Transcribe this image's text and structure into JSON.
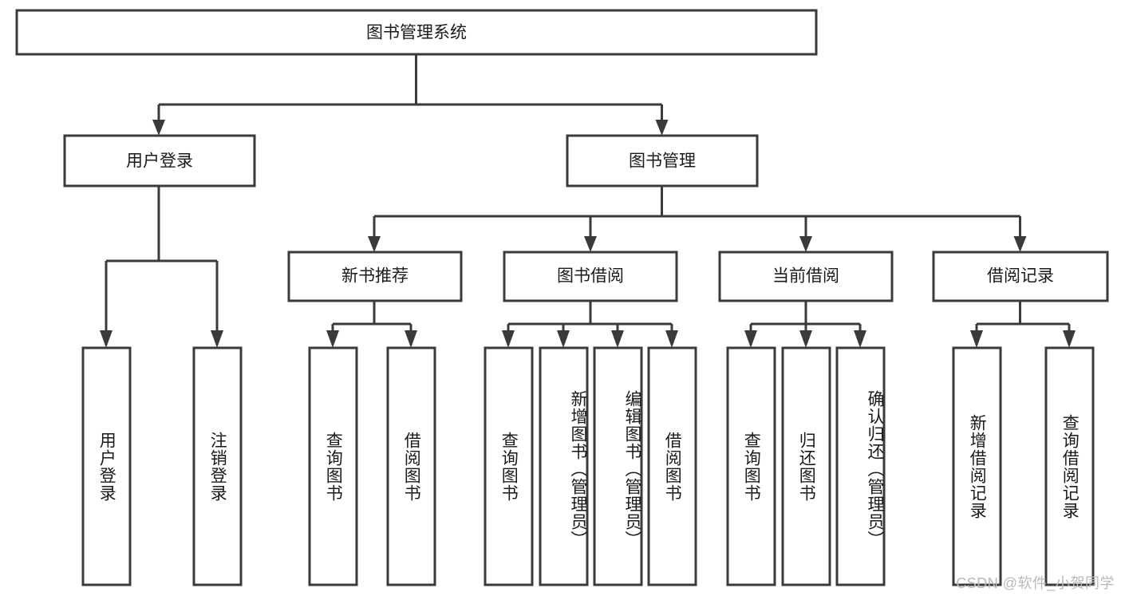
{
  "diagram": {
    "title": "图书管理系统",
    "type": "tree",
    "watermark": "CSDN @软件_小贺同学",
    "colors": {
      "box_stroke": "#3a3a3a",
      "box_fill": "#ffffff",
      "text": "#1a1a1a",
      "watermark": "#b9b9b9",
      "background": "#ffffff"
    },
    "levels": {
      "root": "图书管理系统",
      "level2": [
        "用户登录",
        "图书管理"
      ],
      "level3": [
        "新书推荐",
        "图书借阅",
        "当前借阅",
        "借阅记录"
      ]
    },
    "nodes": {
      "root": {
        "label": "图书管理系统"
      },
      "user_login": {
        "label": "用户登录"
      },
      "book_manage": {
        "label": "图书管理"
      },
      "new_book_rec": {
        "label": "新书推荐"
      },
      "book_borrow": {
        "label": "图书借阅"
      },
      "current_borrow": {
        "label": "当前借阅"
      },
      "borrow_record": {
        "label": "借阅记录"
      }
    },
    "leaves": {
      "user_login": [
        {
          "label": "用户登录"
        },
        {
          "label": "注销登录"
        }
      ],
      "new_book_rec": [
        {
          "label": "查询图书"
        },
        {
          "label": "借阅图书"
        }
      ],
      "book_borrow": [
        {
          "label": "查询图书"
        },
        {
          "label": "新增图书（管理员）"
        },
        {
          "label": "编辑图书（管理员）"
        },
        {
          "label": "借阅图书"
        }
      ],
      "current_borrow": [
        {
          "label": "查询图书"
        },
        {
          "label": "归还图书"
        },
        {
          "label": "确认归还（管理员）"
        }
      ],
      "borrow_record": [
        {
          "label": "新增借阅记录"
        },
        {
          "label": "查询借阅记录"
        }
      ]
    }
  }
}
